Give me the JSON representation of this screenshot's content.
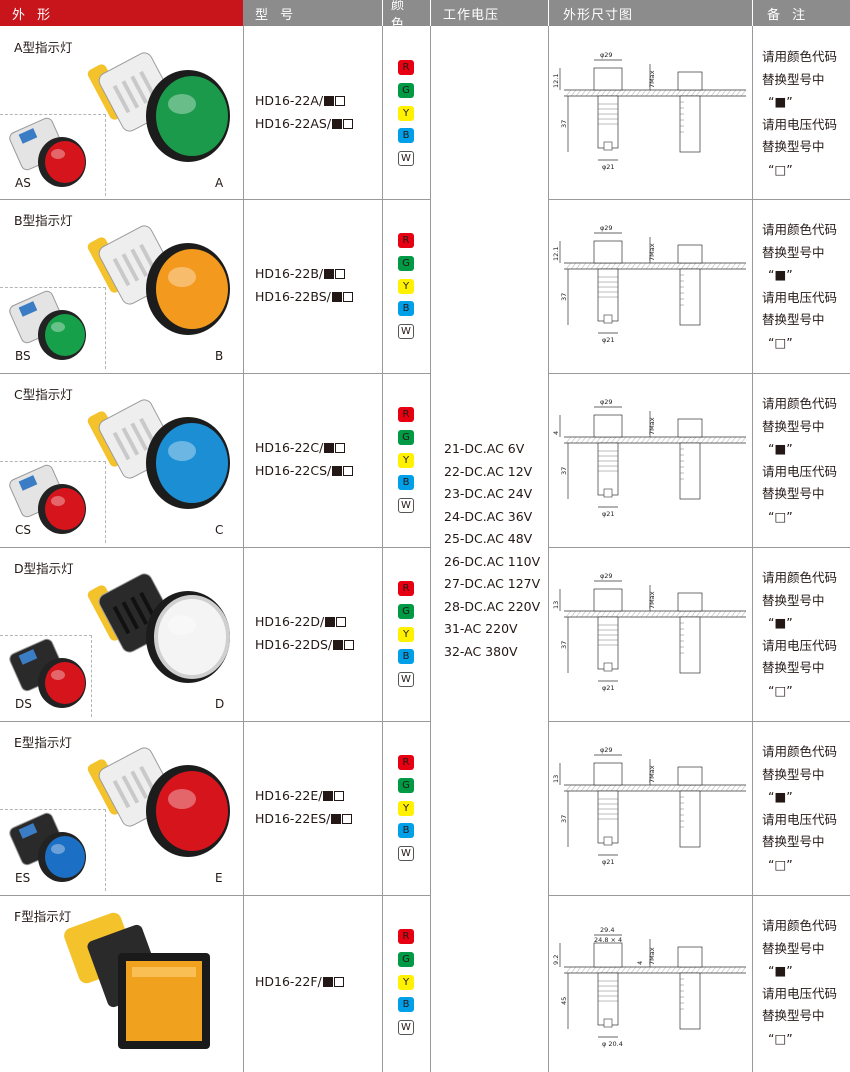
{
  "header": {
    "appearance": "外 形",
    "model": "型 号",
    "color": "颜 色",
    "voltage": "工作电压",
    "dimension": "外形尺寸图",
    "remarks": "备 注"
  },
  "rows": [
    {
      "title": "A型指示灯",
      "tag_small": "AS",
      "tag_large": "A",
      "model1": "HD16-22A/",
      "model2": "HD16-22AS/",
      "lamp_color": "#1a9a4a",
      "lamp_small_color": "#d6141c",
      "dims": {
        "top": "φ29",
        "height": "7Max",
        "body": "37",
        "bottom": "φ21",
        "side": "12.1"
      }
    },
    {
      "title": "B型指示灯",
      "tag_small": "BS",
      "tag_large": "B",
      "model1": "HD16-22B/",
      "model2": "HD16-22BS/",
      "lamp_color": "#f39a1e",
      "lamp_small_color": "#17a04a",
      "dims": {
        "top": "φ29",
        "height": "7Max",
        "body": "37",
        "bottom": "φ21",
        "side": "12.1"
      }
    },
    {
      "title": "C型指示灯",
      "tag_small": "CS",
      "tag_large": "C",
      "model1": "HD16-22C/",
      "model2": "HD16-22CS/",
      "lamp_color": "#1c8fd4",
      "lamp_small_color": "#d6141c",
      "dims": {
        "top": "φ29",
        "height": "7Max",
        "body": "37",
        "bottom": "φ21",
        "side": "4"
      }
    },
    {
      "title": "D型指示灯",
      "tag_small": "DS",
      "tag_large": "D",
      "model1": "HD16-22D/",
      "model2": "HD16-22DS/",
      "lamp_color": "#f4f4f4",
      "lamp_small_color": "#d6141c",
      "dims": {
        "top": "φ29",
        "height": "7Max",
        "body": "37",
        "bottom": "φ21",
        "side": "13"
      }
    },
    {
      "title": "E型指示灯",
      "tag_small": "ES",
      "tag_large": "E",
      "model1": "HD16-22E/",
      "model2": "HD16-22ES/",
      "lamp_color": "#d6141c",
      "lamp_small_color": "#1b6fc4",
      "dims": {
        "top": "φ29",
        "height": "7Max",
        "body": "37",
        "bottom": "φ21",
        "side": "13"
      }
    },
    {
      "title": "F型指示灯",
      "tag_small": "",
      "tag_large": "",
      "model1": "HD16-22F/",
      "model2": "",
      "lamp_color": "#f0a21f",
      "lamp_small_color": "",
      "dims": {
        "top": "29.4",
        "top2": "24.8 × 4",
        "height": "7Max",
        "body": "45",
        "bottom": "φ 20.4",
        "side": "9.2",
        "side2": "4"
      }
    }
  ],
  "color_codes": [
    "R",
    "G",
    "Y",
    "B",
    "W"
  ],
  "chip_colors": {
    "R": "#e60012",
    "G": "#009944",
    "Y": "#fff100",
    "B": "#00a0e9",
    "W": "#ffffff"
  },
  "voltages": [
    "21-DC.AC  6V",
    "22-DC.AC  12V",
    "23-DC.AC  24V",
    "24-DC.AC  36V",
    "25-DC.AC  48V",
    "26-DC.AC  110V",
    "27-DC.AC  127V",
    "28-DC.AC  220V",
    "31-AC  220V",
    "32-AC  380V"
  ],
  "notes": {
    "line1": "请用颜色代码",
    "line2": "替换型号中",
    "line3": "“■”",
    "line4": "请用电压代码",
    "line5": "替换型号中",
    "line6": "“□”"
  }
}
